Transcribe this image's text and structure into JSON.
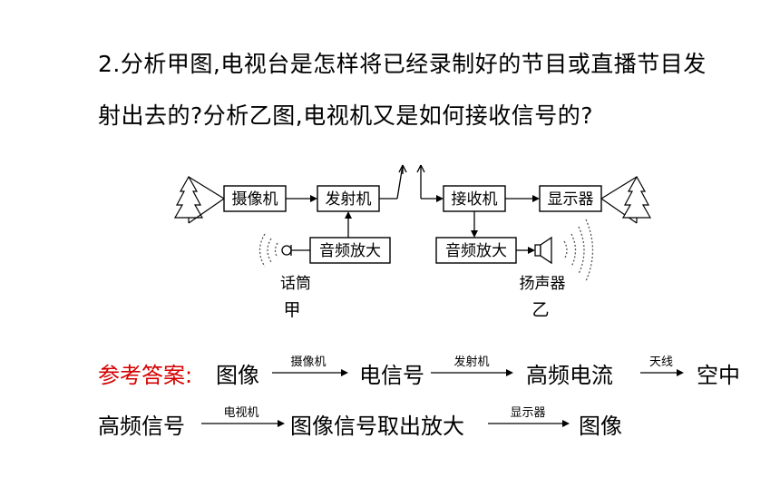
{
  "question": {
    "line1": "2.分析甲图,电视台是怎样将已经录制好的节目或直播节目发",
    "line2": "射出去的?分析乙图,电视机又是如何接收信号的?"
  },
  "diagram_jia": {
    "camera": "摄像机",
    "transmitter": "发射机",
    "audio_amp": "音频放大",
    "microphone": "话筒",
    "caption": "甲"
  },
  "diagram_yi": {
    "receiver": "接收机",
    "display": "显示器",
    "audio_amp": "音频放大",
    "speaker": "扬声器",
    "caption": "乙"
  },
  "answer": {
    "label": "参考答案:",
    "line1": {
      "s1": "图像",
      "a1": "摄像机",
      "s2": "电信号",
      "a2": "发射机",
      "s3": "高频电流",
      "a3": "天线",
      "s4": "空中"
    },
    "line2": {
      "s1": "高频信号",
      "a1": "电视机",
      "s2": "图像信号取出放大",
      "a2": "显示器",
      "s3": "图像"
    }
  },
  "colors": {
    "answer_label": "#d40000",
    "text": "#000000"
  }
}
